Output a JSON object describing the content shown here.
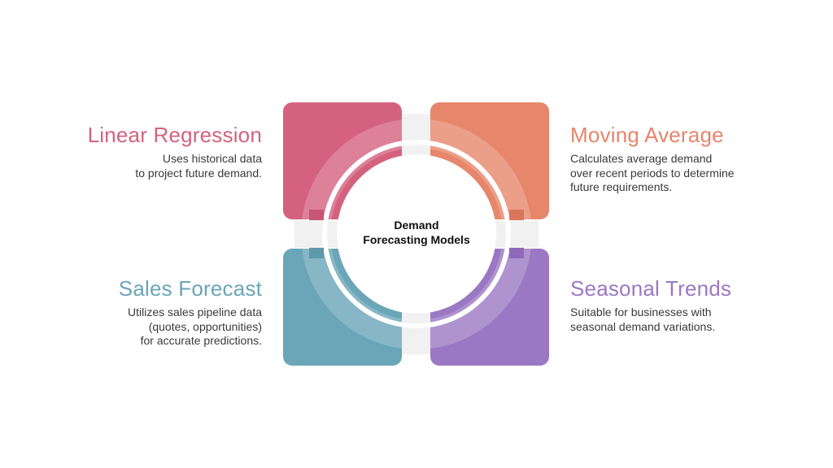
{
  "center_title": [
    "Demand",
    "Forecasting Models"
  ],
  "colors": {
    "linear_regression": "#d4627f",
    "moving_average": "#e6866b",
    "sales_forecast": "#6aa6b8",
    "seasonal_trends": "#9b78c4",
    "cross_band": "#f1f1f1",
    "text": "#3a3a3a"
  },
  "models": {
    "linear_regression": {
      "title": "Linear Regression",
      "description": [
        "Uses historical data",
        "to project future demand."
      ]
    },
    "moving_average": {
      "title": "Moving Average",
      "description": [
        "Calculates average demand",
        "over recent periods to determine",
        "future requirements."
      ]
    },
    "sales_forecast": {
      "title": "Sales Forecast",
      "description": [
        "Utilizes sales pipeline data",
        "(quotes, opportunities)",
        "for accurate predictions."
      ]
    },
    "seasonal_trends": {
      "title": "Seasonal Trends",
      "description": [
        "Suitable for businesses with",
        "seasonal demand variations."
      ]
    }
  }
}
